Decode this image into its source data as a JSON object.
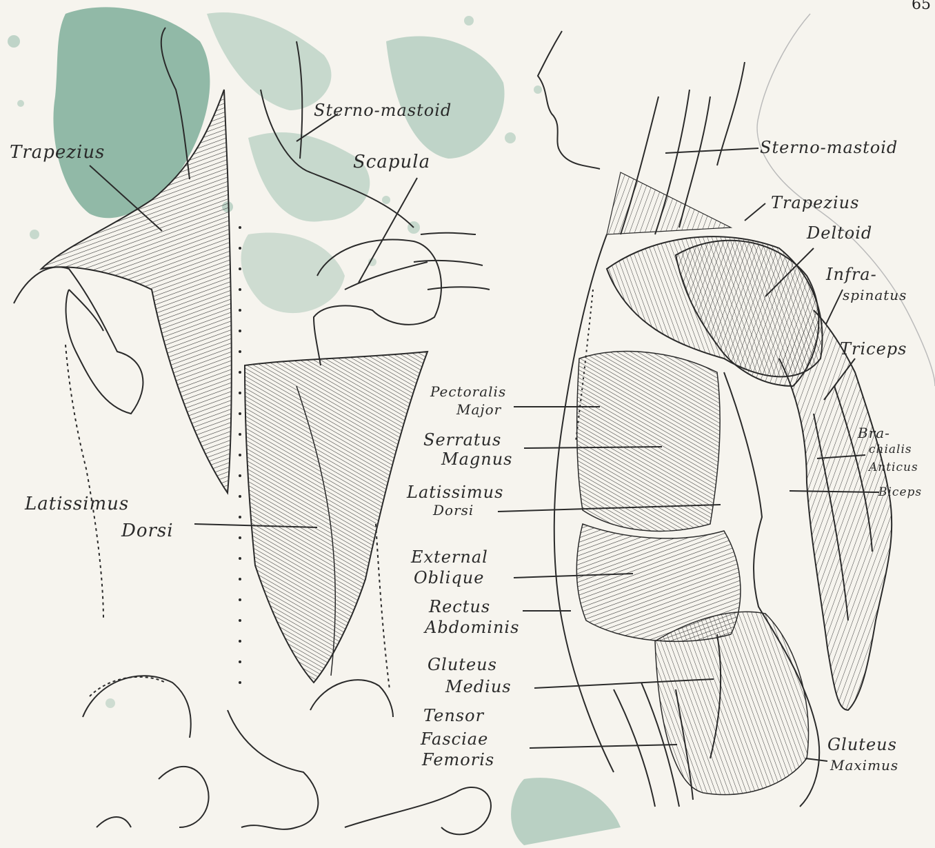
{
  "page_number": "65",
  "colors": {
    "ink": "#2a2a2a",
    "wash": "#6fa58f",
    "paper": "#f6f4ee"
  },
  "labels": {
    "trapezius_left": "Trapezius",
    "sterno_mastoid_left": "Sterno-mastoid",
    "scapula": "Scapula",
    "latissimus_left_1": "Latissimus",
    "latissimus_left_2": "Dorsi",
    "sterno_mastoid_right": "Sterno-mastoid",
    "trapezius_right": "Trapezius",
    "deltoid": "Deltoid",
    "infraspinatus_1": "Infra-",
    "infraspinatus_2": "spinatus",
    "triceps": "Triceps",
    "brachialis_1": "Bra-",
    "brachialis_2": "chialis",
    "brachialis_3": "Anticus",
    "biceps": "Biceps",
    "pectoralis_1": "Pectoralis",
    "pectoralis_2": "Major",
    "serratus_1": "Serratus",
    "serratus_2": "Magnus",
    "latissimus_mid_1": "Latissimus",
    "latissimus_mid_2": "Dorsi",
    "external_oblique_1": "External",
    "external_oblique_2": "Oblique",
    "rectus_1": "Rectus",
    "rectus_2": "Abdominis",
    "gluteus_medius_1": "Gluteus",
    "gluteus_medius_2": "Medius",
    "tensor_1": "Tensor",
    "tensor_2": "Fasciae",
    "tensor_3": "Femoris",
    "gluteus_maximus_1": "Gluteus",
    "gluteus_maximus_2": "Maximus"
  }
}
